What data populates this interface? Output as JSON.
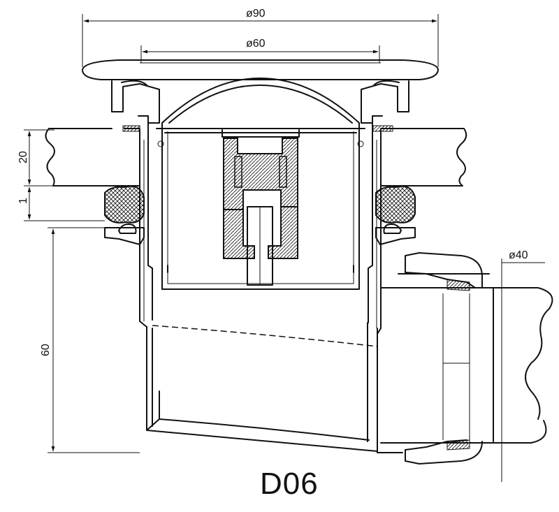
{
  "drawing": {
    "code": "D06",
    "dimensions": {
      "outer_diameter": "ø90",
      "inner_diameter": "ø60",
      "outlet_diameter": "ø40",
      "thickness": "20",
      "gap": "1",
      "depth": "60"
    }
  }
}
